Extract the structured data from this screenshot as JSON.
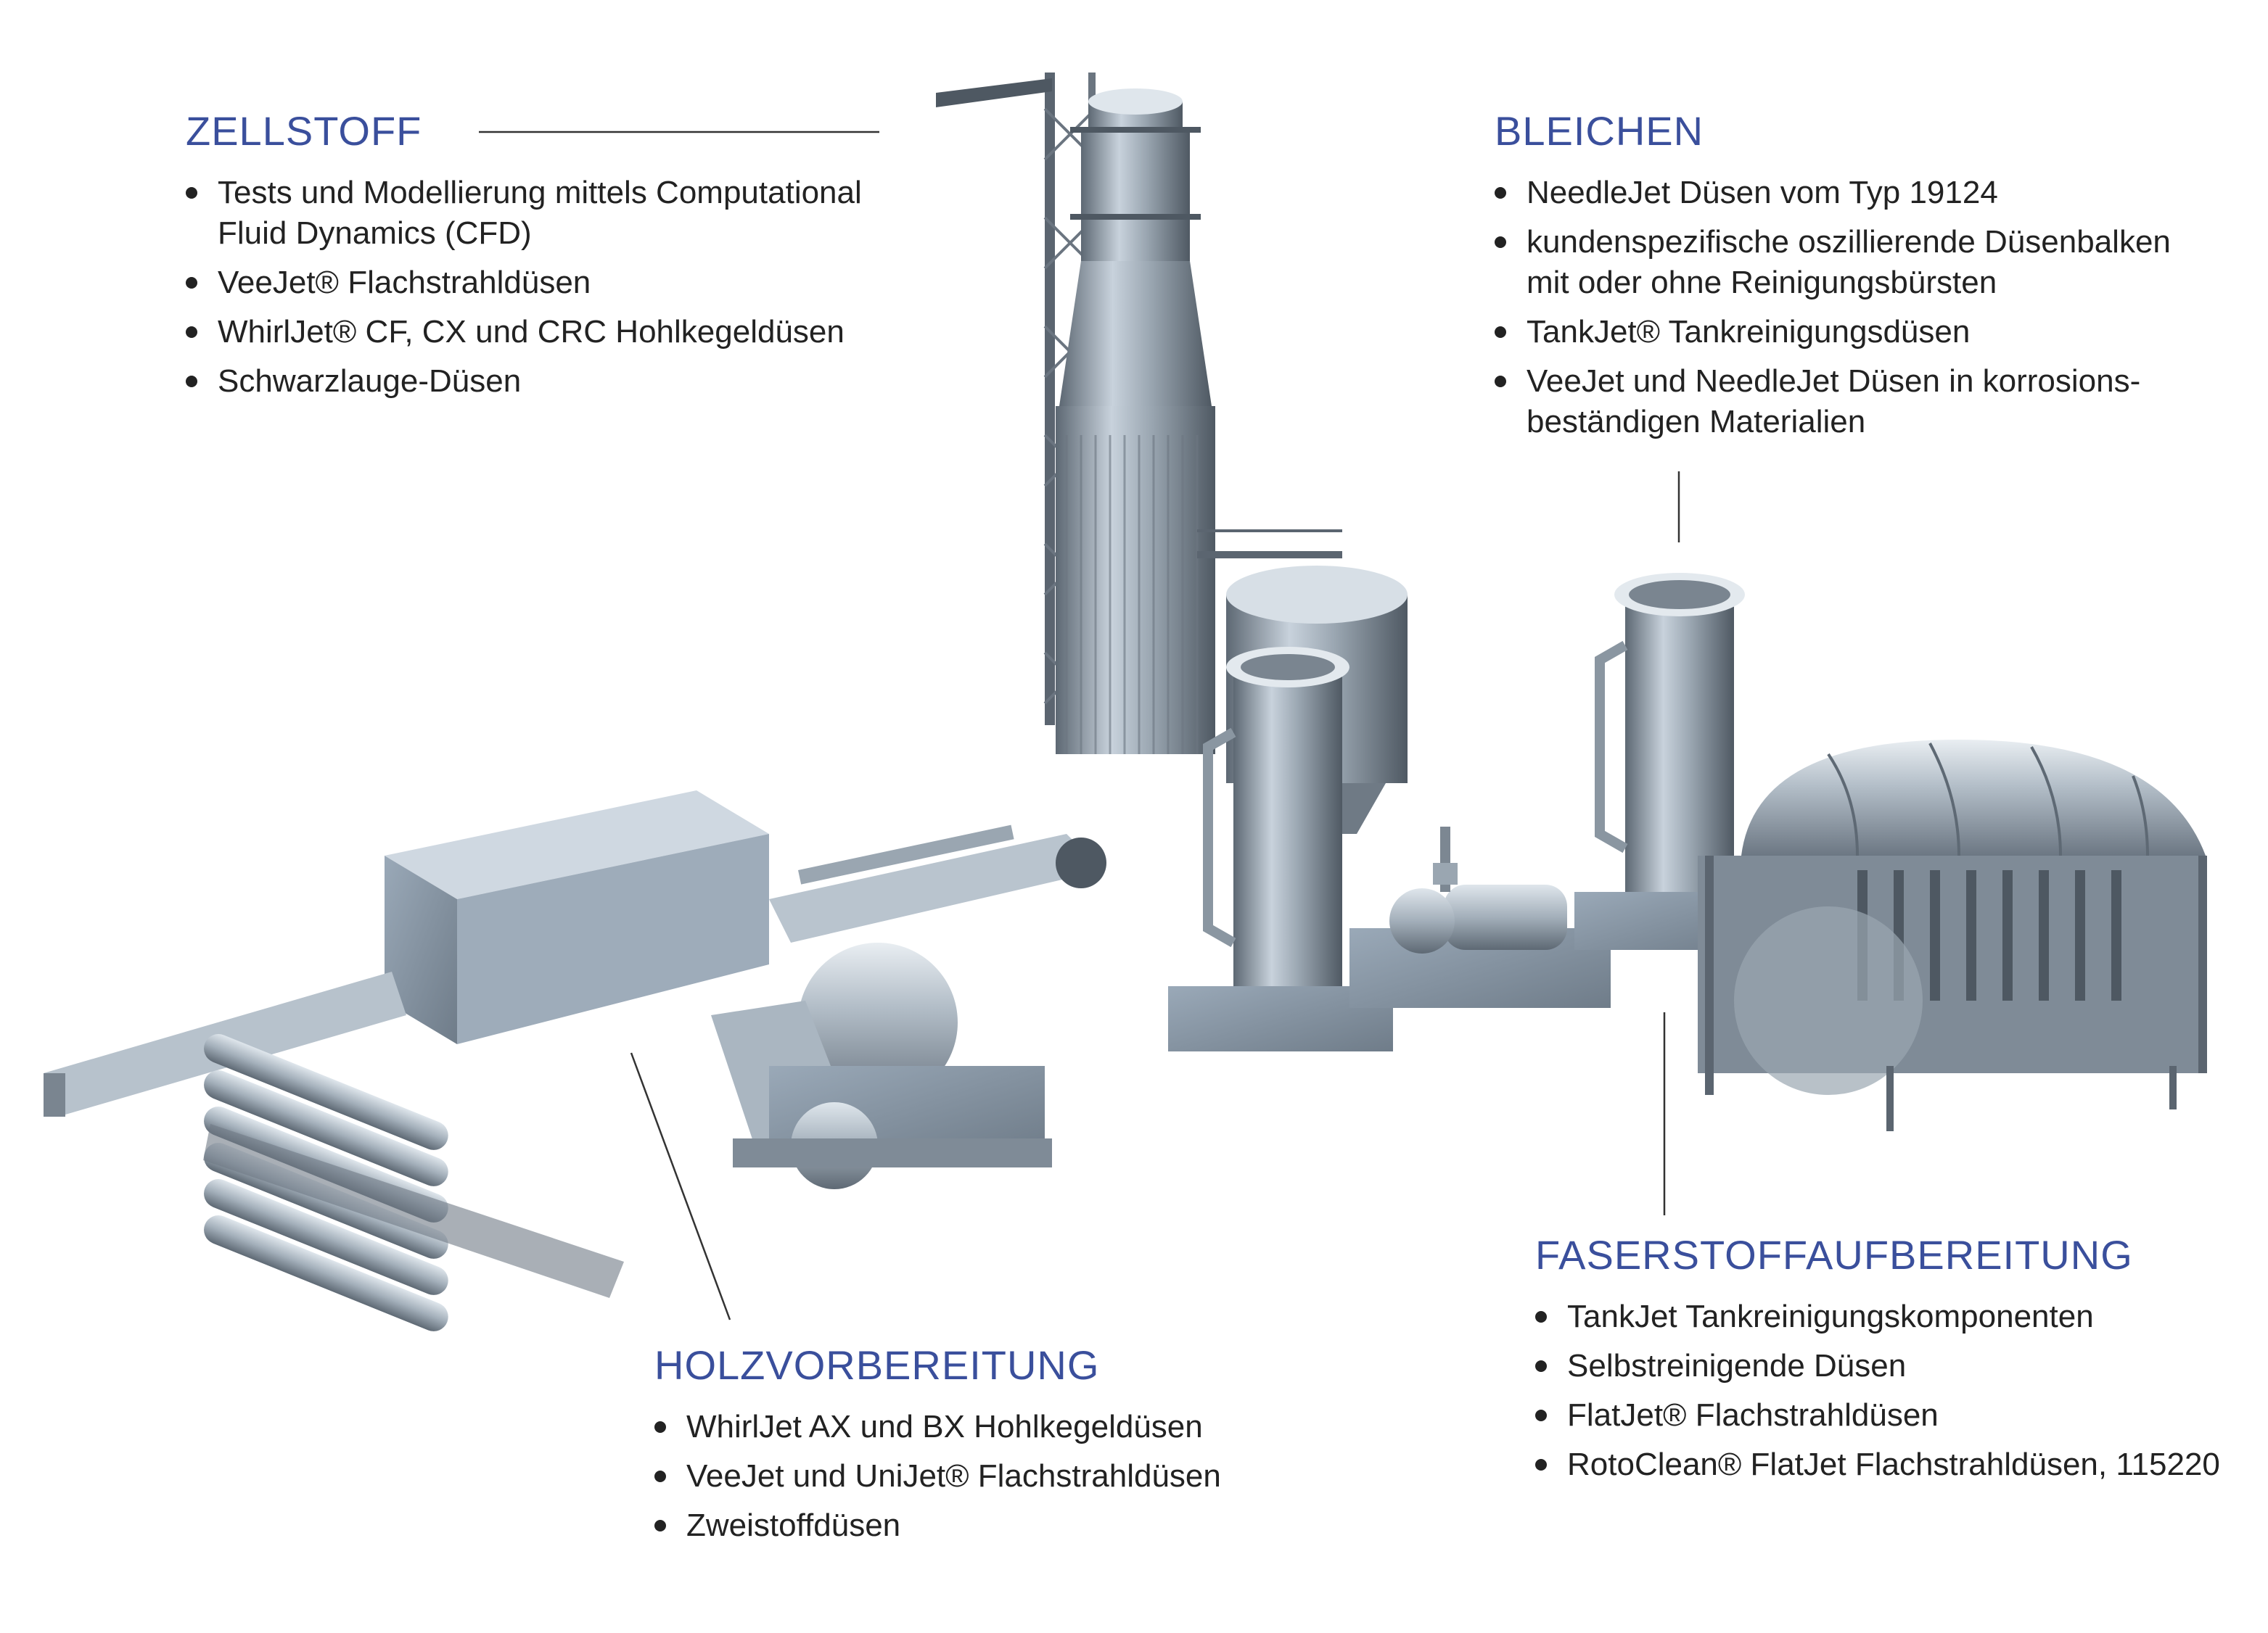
{
  "sections": {
    "zellstoff": {
      "title": "ZELLSTOFF",
      "items": [
        "Tests und Modellierung mittels Computational Fluid Dynamics (CFD)",
        "VeeJet® Flachstrahldüsen",
        "WhirlJet® CF, CX und CRC Hohlkegeldüsen",
        "Schwarzlauge-Düsen"
      ]
    },
    "bleichen": {
      "title": "BLEICHEN",
      "items": [
        "NeedleJet Düsen vom Typ 19124",
        "kundenspezifische oszillierende Düsenbalken mit oder ohne Reinigungsbürsten",
        "TankJet® Tankreinigungsdüsen",
        "VeeJet und NeedleJet Düsen in korrosions-beständigen Materialien"
      ]
    },
    "holzvorbereitung": {
      "title": "HOLZVORBEREITUNG",
      "items": [
        "WhirlJet AX und BX Hohlkegeldüsen",
        "VeeJet und UniJet® Flachstrahldüsen",
        "Zweistoffdüsen"
      ]
    },
    "faserstoffaufbereitung": {
      "title": "FASERSTOFFAUFBEREITUNG",
      "items": [
        "TankJet Tankreinigungskomponenten",
        "Selbstreinigende Düsen",
        "FlatJet® Flachstrahldüsen",
        "RotoClean® FlatJet Flachstrahldüsen, 115220"
      ]
    }
  },
  "colors": {
    "heading": "#3a4f9c",
    "text": "#222222",
    "metal_light": "#c9d3dd",
    "metal_mid": "#8e9aa6",
    "metal_dark": "#4e5862"
  }
}
